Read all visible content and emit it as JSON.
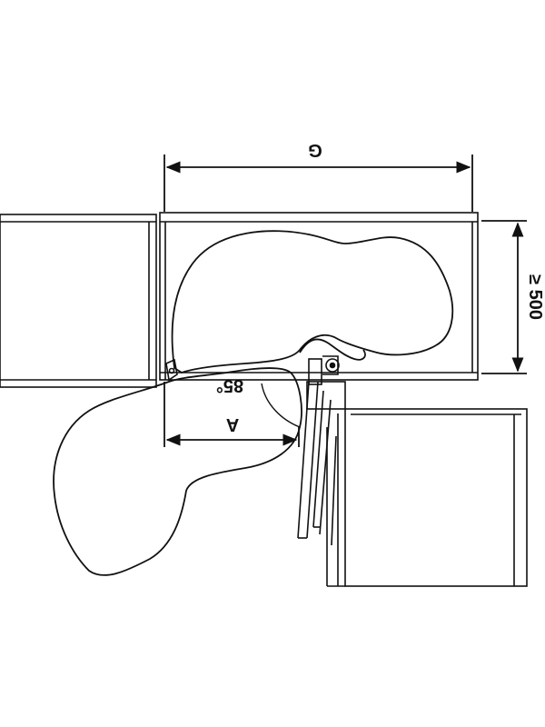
{
  "diagram": {
    "dimensions": {
      "g_label": "G",
      "depth_label": "≥ 500",
      "a_label": "A",
      "angle_label": "85°"
    },
    "colors": {
      "line": "#111111",
      "background": "#ffffff",
      "cabinet_fill": "#ffffff"
    }
  }
}
